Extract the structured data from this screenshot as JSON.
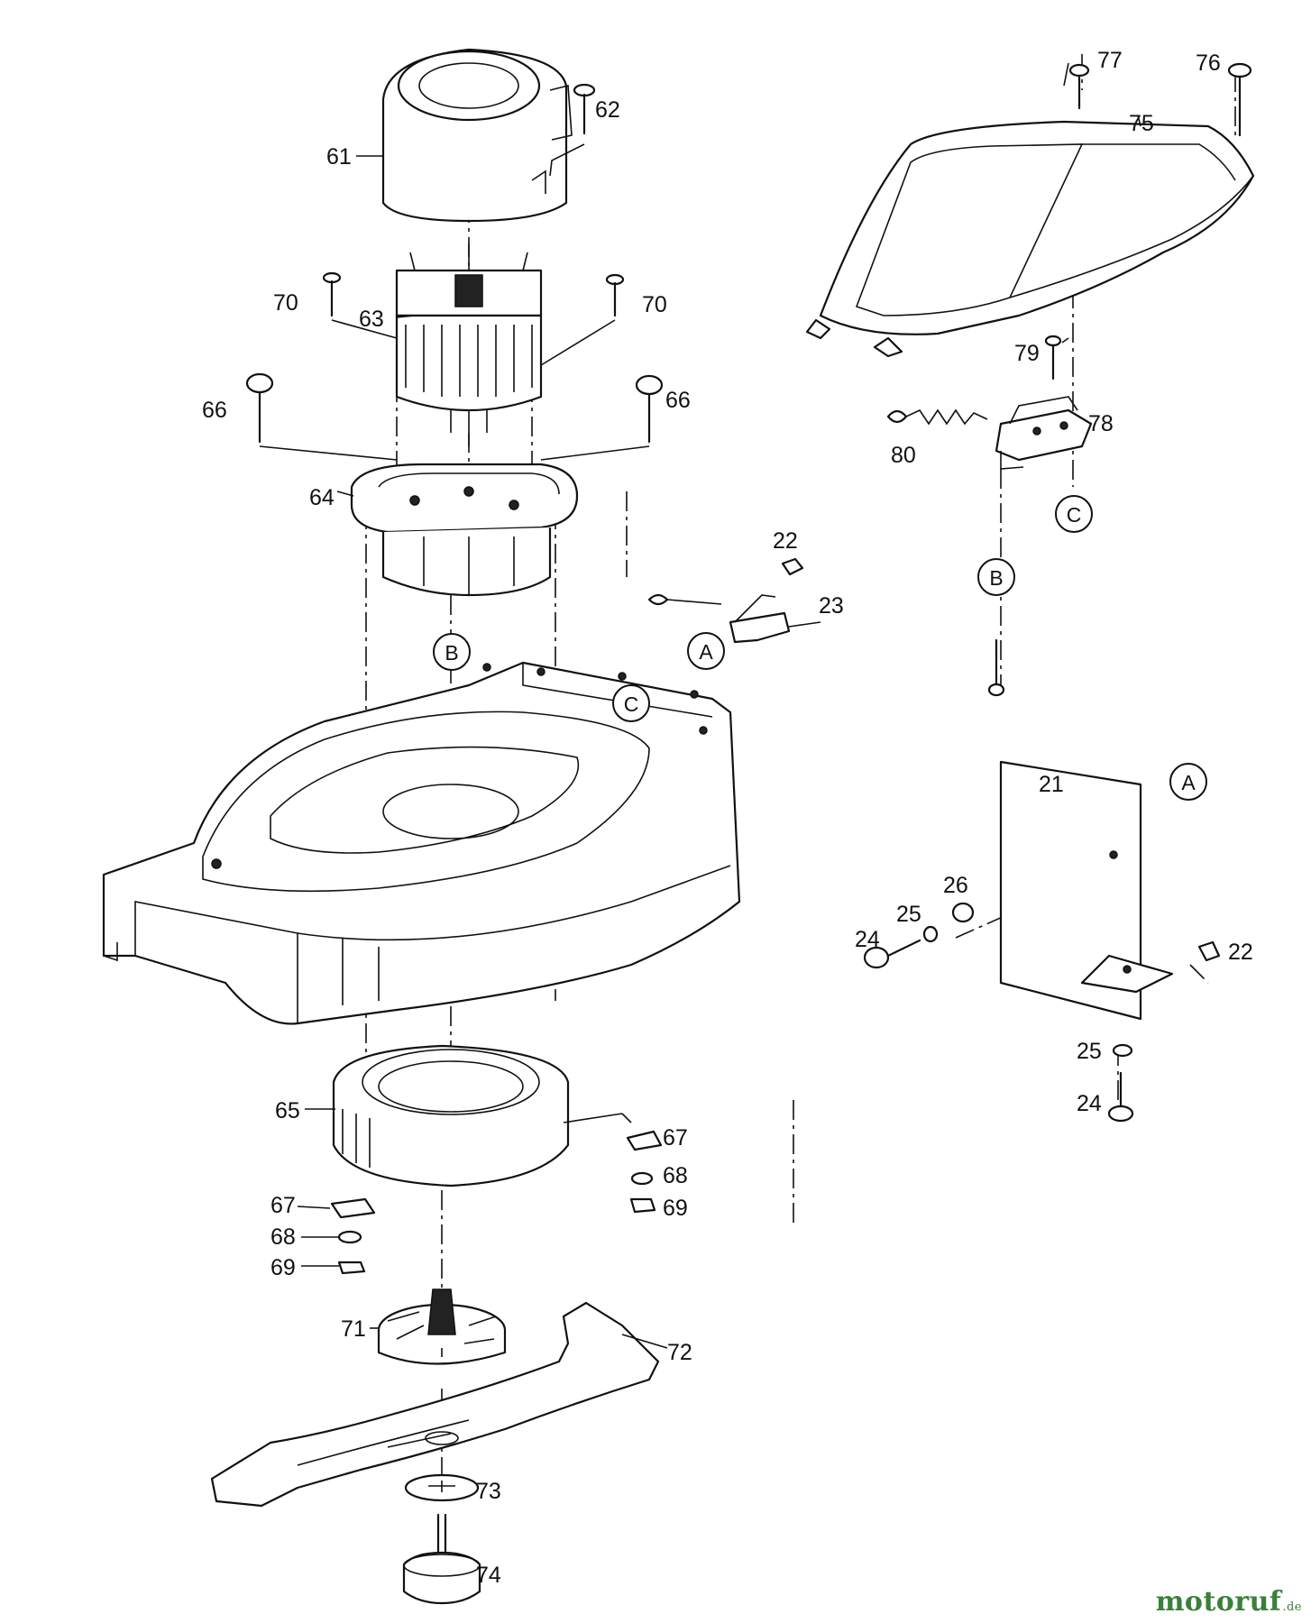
{
  "callouts": {
    "l61": "61",
    "l62": "62",
    "l63": "63",
    "l64": "64",
    "l65": "65",
    "l66a": "66",
    "l66b": "66",
    "l67a": "67",
    "l67b": "67",
    "l68a": "68",
    "l68b": "68",
    "l69a": "69",
    "l69b": "69",
    "l70a": "70",
    "l70b": "70",
    "l71": "71",
    "l72": "72",
    "l73": "73",
    "l74": "74",
    "l75": "75",
    "l76": "76",
    "l77": "77",
    "l78": "78",
    "l79": "79",
    "l80": "80",
    "l21": "21",
    "l22a": "22",
    "l22b": "22",
    "l23": "23",
    "l24a": "24",
    "l24b": "24",
    "l25a": "25",
    "l25b": "25",
    "l26": "26"
  },
  "refs": {
    "A1": "A",
    "A2": "A",
    "B1": "B",
    "B2": "B",
    "C1": "C",
    "C2": "C"
  },
  "watermark": {
    "brand": "motoruf",
    "tld": ".de",
    "color": "#3a7f3a"
  }
}
